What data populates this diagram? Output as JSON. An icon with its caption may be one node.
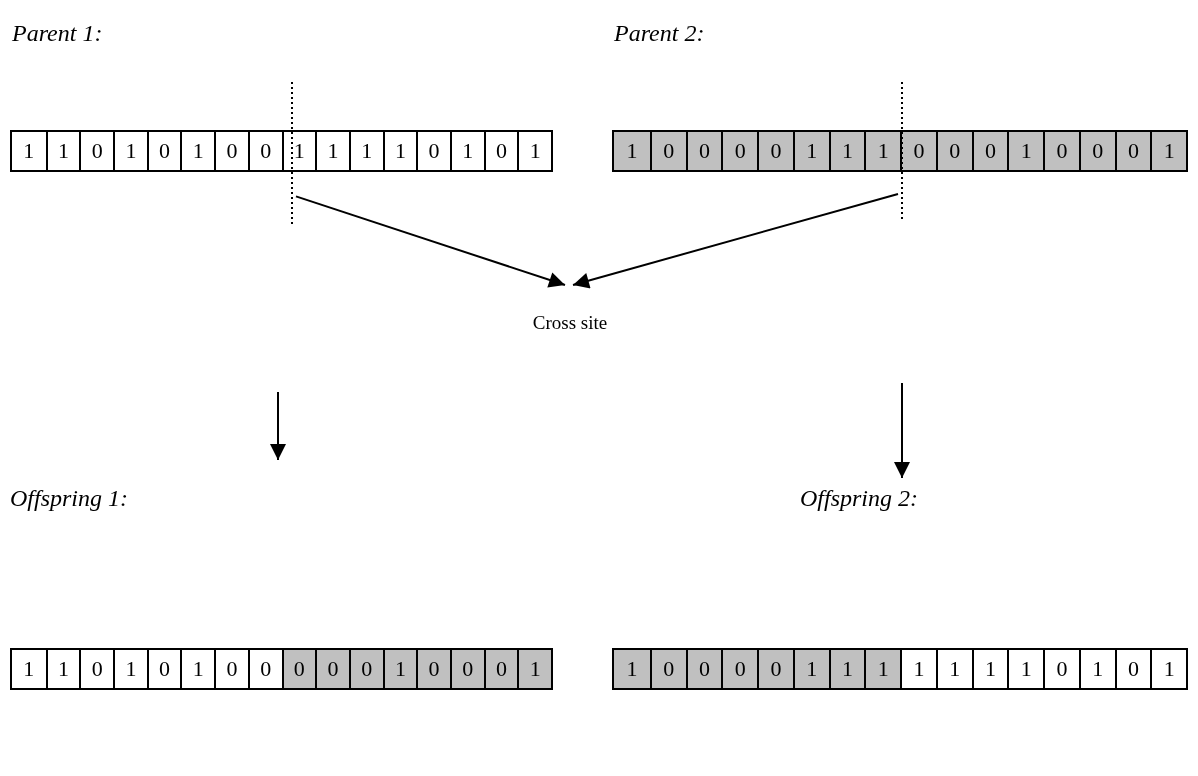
{
  "diagram": {
    "nodes": [
      {
        "text": [
          "Parent 1:"
        ]
      },
      {
        "text": [
          "1"
        ],
        "in": 0
      },
      {
        "text": [
          "1"
        ],
        "in": 0
      },
      {
        "text": [
          "0"
        ],
        "in": 0
      },
      {
        "text": [
          "1"
        ],
        "in": 0
      },
      {
        "text": [
          "0"
        ],
        "in": 0
      },
      {
        "text": [
          "1"
        ],
        "in": 0
      },
      {
        "text": [
          "0"
        ],
        "in": 0
      },
      {
        "text": [
          "0"
        ],
        "in": 0
      },
      {
        "text": [
          "1"
        ],
        "in": 0
      },
      {
        "text": [
          "1"
        ],
        "in": 0
      },
      {
        "text": [
          "1"
        ],
        "in": 0
      },
      {
        "text": [
          "1"
        ],
        "in": 0
      },
      {
        "text": [
          "0"
        ],
        "in": 0
      },
      {
        "text": [
          "1"
        ],
        "in": 0
      },
      {
        "text": [
          "0"
        ],
        "in": 0
      },
      {
        "text": [
          "1"
        ],
        "in": 0
      },
      {
        "text": [
          "Parent 2:"
        ]
      },
      {
        "text": [
          "1"
        ],
        "in": 17
      },
      {
        "text": [
          "0"
        ],
        "in": 17
      },
      {
        "text": [
          "0"
        ],
        "in": 17
      },
      {
        "text": [
          "0"
        ],
        "in": 17
      },
      {
        "text": [
          "0"
        ],
        "in": 17
      },
      {
        "text": [
          "1"
        ],
        "in": 17
      },
      {
        "text": [
          "1"
        ],
        "in": 17
      },
      {
        "text": [
          "1"
        ],
        "in": 17
      },
      {
        "text": [
          "0"
        ],
        "in": 17
      },
      {
        "text": [
          "0"
        ],
        "in": 17
      },
      {
        "text": [
          "0"
        ],
        "in": 17
      },
      {
        "text": [
          "1"
        ],
        "in": 17
      },
      {
        "text": [
          "0"
        ],
        "in": 17
      },
      {
        "text": [
          "0"
        ],
        "in": 17
      },
      {
        "text": [
          "0"
        ],
        "in": 17
      },
      {
        "text": [
          "1"
        ],
        "in": 17
      },
      {
        "text": [],
        "shape": "line"
      },
      {
        "text": [],
        "shape": "line"
      },
      {
        "text": [
          "Cross site"
        ]
      },
      {
        "text": [],
        "shape": "bar"
      },
      {
        "text": [
          "1"
        ],
        "in": 37
      },
      {
        "text": [
          "1"
        ],
        "in": 37
      },
      {
        "text": [
          "0"
        ],
        "in": 37
      },
      {
        "text": [
          "1"
        ],
        "in": 37
      },
      {
        "text": [
          "0"
        ],
        "in": 37
      },
      {
        "text": [
          "1"
        ],
        "in": 37
      },
      {
        "text": [
          "0"
        ],
        "in": 37
      },
      {
        "text": [
          "0"
        ],
        "in": 37
      },
      {
        "text": [
          "0"
        ],
        "in": 37
      },
      {
        "text": [
          "0"
        ],
        "in": 37
      },
      {
        "text": [
          "0"
        ],
        "in": 37
      },
      {
        "text": [
          "1"
        ],
        "in": 37
      },
      {
        "text": [
          "0"
        ],
        "in": 37
      },
      {
        "text": [
          "0"
        ],
        "in": 37
      },
      {
        "text": [
          "0"
        ],
        "in": 37
      },
      {
        "text": [
          "1"
        ],
        "in": 37
      },
      {
        "text": [],
        "shape": "bar"
      },
      {
        "text": [
          "1"
        ],
        "in": 54
      },
      {
        "text": [
          "0"
        ],
        "in": 54
      },
      {
        "text": [
          "0"
        ],
        "in": 54
      },
      {
        "text": [
          "0"
        ],
        "in": 54
      },
      {
        "text": [
          "0"
        ],
        "in": 54
      },
      {
        "text": [
          "1"
        ],
        "in": 54
      },
      {
        "text": [
          "1"
        ],
        "in": 54
      },
      {
        "text": [
          "1"
        ],
        "in": 54
      },
      {
        "text": [
          "1"
        ],
        "in": 54
      },
      {
        "text": [
          "1"
        ],
        "in": 54
      },
      {
        "text": [
          "1"
        ],
        "in": 54
      },
      {
        "text": [
          "1"
        ],
        "in": 54
      },
      {
        "text": [
          "0"
        ],
        "in": 54
      },
      {
        "text": [
          "1"
        ],
        "in": 54
      },
      {
        "text": [
          "0"
        ],
        "in": 54
      },
      {
        "text": [
          "1"
        ],
        "in": 54
      }
    ],
    "edges": [
      {
        "from": 34,
        "to": 36,
        "arrow": "to"
      },
      {
        "from": 35,
        "to": 36,
        "arrow": "to"
      }
    ],
    "labels": [
      "Offspring 1:",
      "Offspring 2:"
    ]
  }
}
